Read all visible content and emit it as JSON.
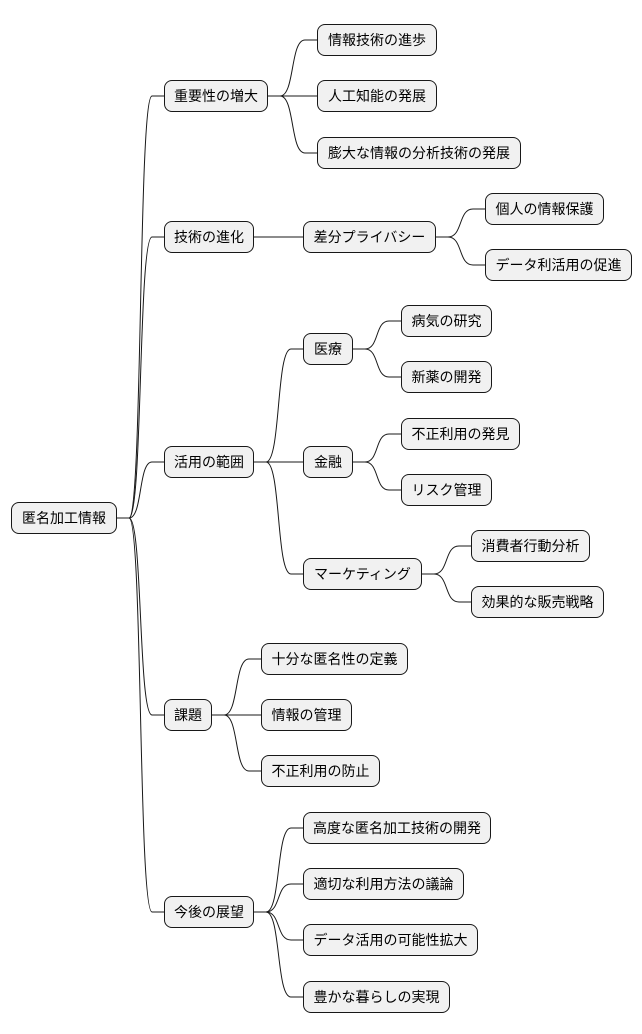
{
  "mindmap": {
    "root": "匿名加工情報",
    "branches": [
      {
        "label": "重要性の増大",
        "children": [
          {
            "label": "情報技術の進歩"
          },
          {
            "label": "人工知能の発展"
          },
          {
            "label": "膨大な情報の分析技術の発展"
          }
        ]
      },
      {
        "label": "技術の進化",
        "children": [
          {
            "label": "差分プライバシー",
            "children": [
              {
                "label": "個人の情報保護"
              },
              {
                "label": "データ利活用の促進"
              }
            ]
          }
        ]
      },
      {
        "label": "活用の範囲",
        "children": [
          {
            "label": "医療",
            "children": [
              {
                "label": "病気の研究"
              },
              {
                "label": "新薬の開発"
              }
            ]
          },
          {
            "label": "金融",
            "children": [
              {
                "label": "不正利用の発見"
              },
              {
                "label": "リスク管理"
              }
            ]
          },
          {
            "label": "マーケティング",
            "children": [
              {
                "label": "消費者行動分析"
              },
              {
                "label": "効果的な販売戦略"
              }
            ]
          }
        ]
      },
      {
        "label": "課題",
        "children": [
          {
            "label": "十分な匿名性の定義"
          },
          {
            "label": "情報の管理"
          },
          {
            "label": "不正利用の防止"
          }
        ]
      },
      {
        "label": "今後の展望",
        "children": [
          {
            "label": "高度な匿名加工技術の開発"
          },
          {
            "label": "適切な利用方法の議論"
          },
          {
            "label": "データ活用の可能性拡大"
          },
          {
            "label": "豊かな暮らしの実現"
          }
        ]
      }
    ]
  },
  "colors": {
    "node_fill": "#f1f1f1",
    "node_stroke": "#181818",
    "link": "#181818"
  }
}
